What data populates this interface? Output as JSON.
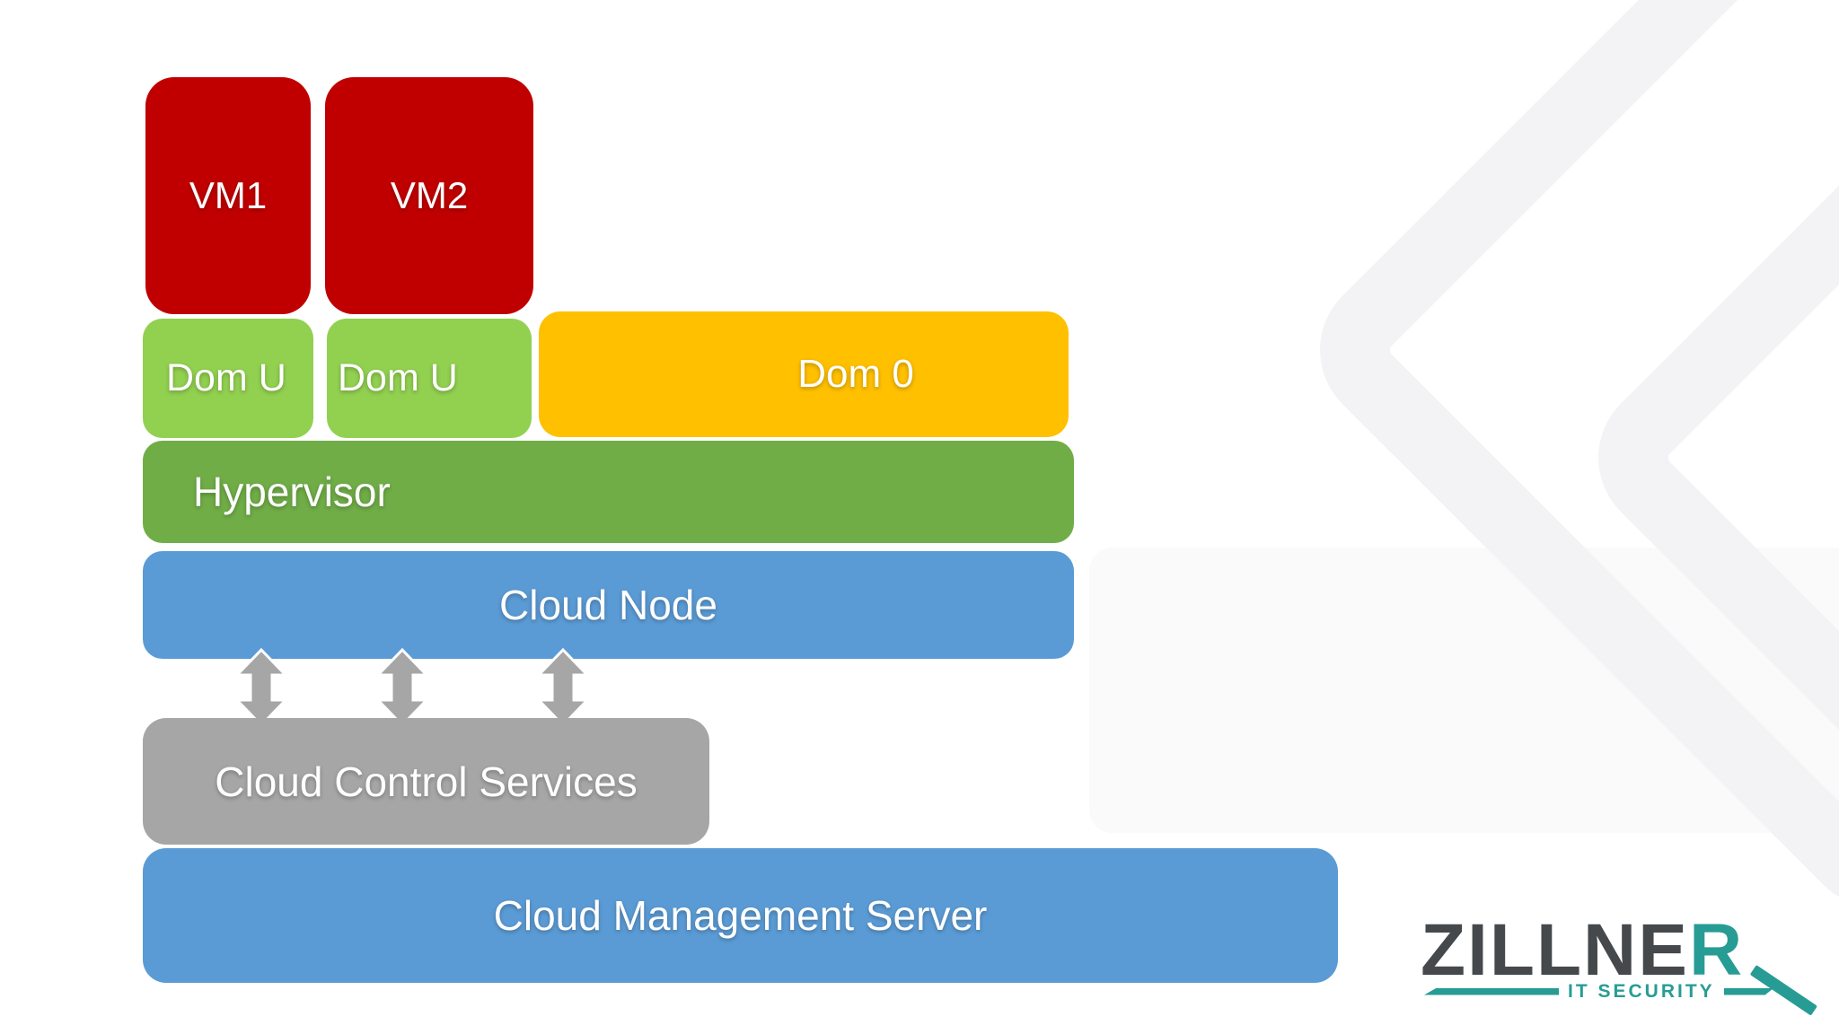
{
  "slide": {
    "boxes": {
      "vm1": "VM1",
      "vm2": "VM2",
      "dom_u1": "Dom U",
      "dom_u2": "Dom U",
      "dom0": "Dom 0",
      "hypervisor": "Hypervisor",
      "cloud_node": "Cloud Node",
      "cloud_control_services": "Cloud Control Services",
      "cloud_management_server": "Cloud Management Server"
    },
    "arrow_count": 3
  },
  "logo": {
    "brand_prefix": "ZILLNE",
    "brand_suffix": "R",
    "tagline": "IT SECURITY"
  },
  "colors": {
    "vm_red": "#c00000",
    "domu_green": "#92d050",
    "dom0_yellow": "#ffc000",
    "hypervisor_green": "#70ad47",
    "node_blue": "#5b9bd5",
    "services_gray": "#a6a6a6",
    "arrow_gray": "#a6a6a6",
    "logo_dark": "#45494c",
    "logo_teal": "#279c95",
    "watermark_line": "#f3f3f6",
    "watermark_fill": "#fafafb"
  }
}
